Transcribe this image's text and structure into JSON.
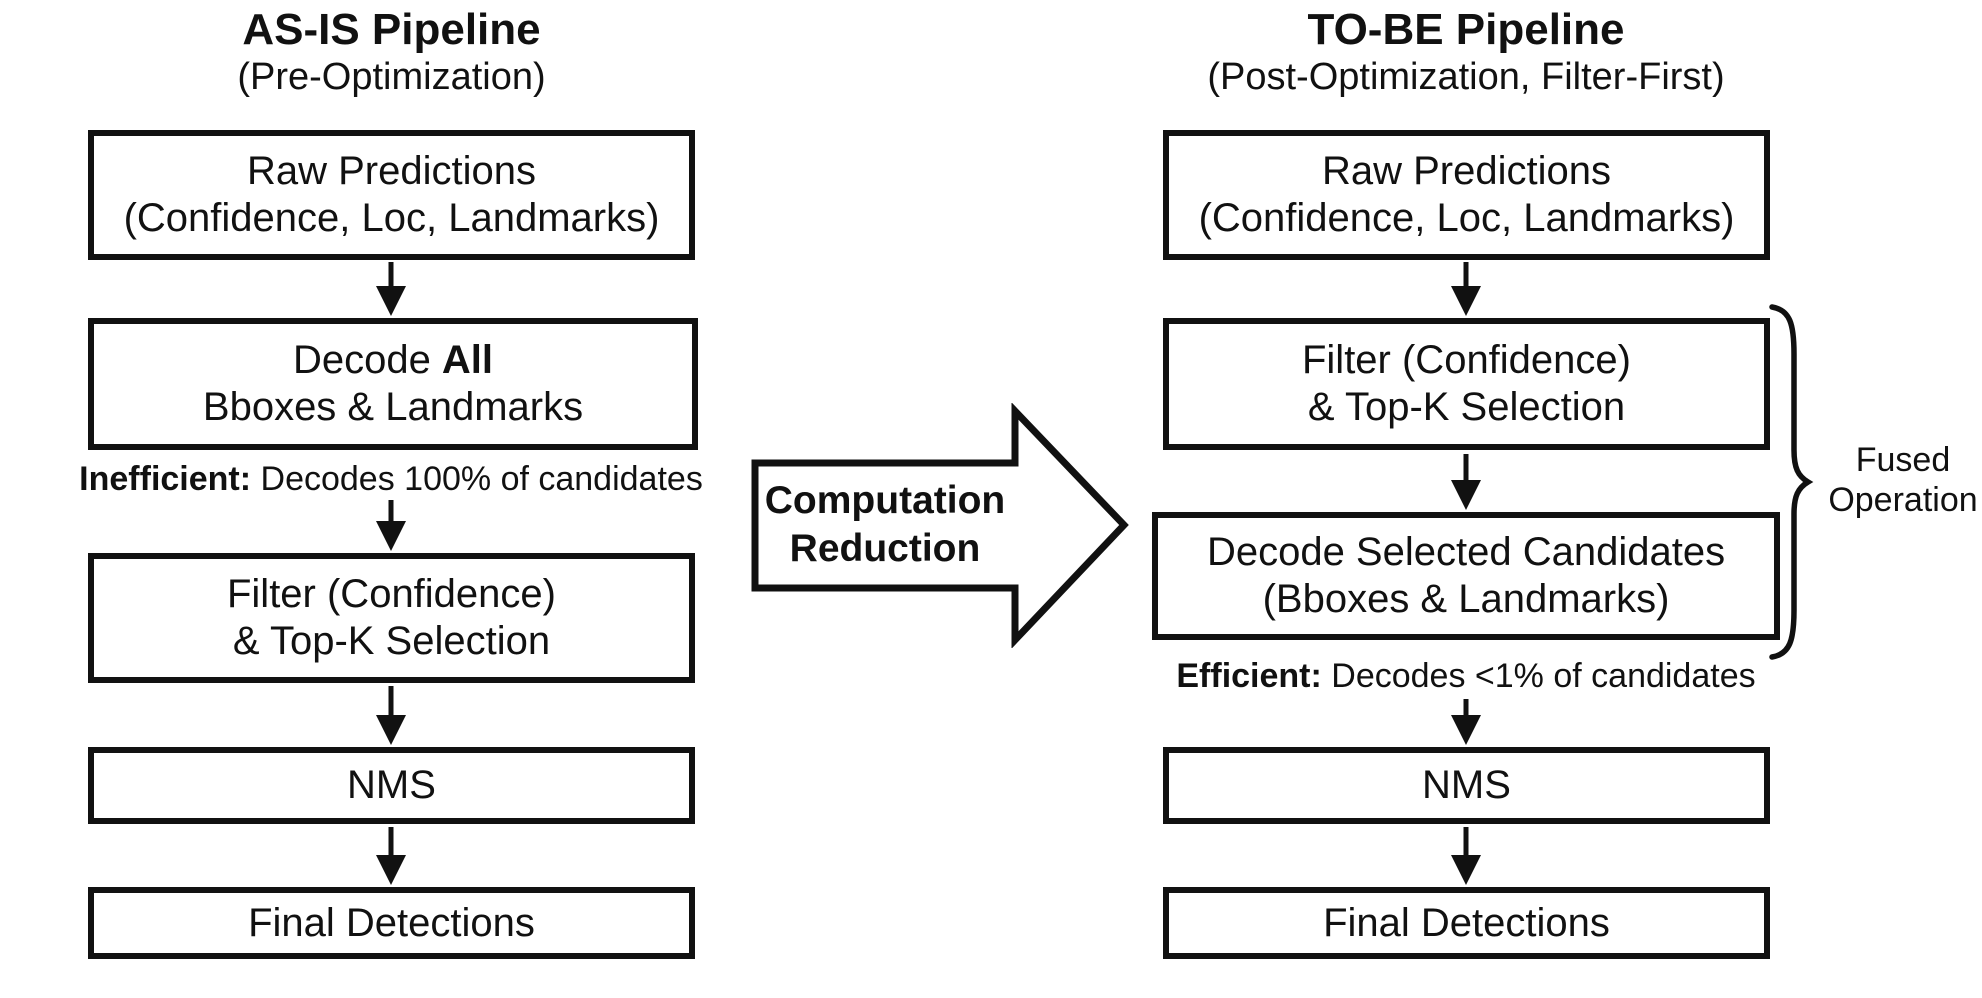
{
  "page": {
    "background_color": "#ffffff",
    "ink_color": "#111111"
  },
  "left_pipeline": {
    "title": "AS-IS Pipeline",
    "subtitle": "(Pre-Optimization)",
    "boxes": {
      "raw": {
        "line1": "Raw Predictions",
        "line2": "(Confidence, Loc, Landmarks)"
      },
      "decode": {
        "line1_regular": "Decode ",
        "line1_bold": "All",
        "line2": "Bboxes & Landmarks"
      },
      "filter": {
        "line1": "Filter (Confidence)",
        "line2": "& Top-K Selection"
      },
      "nms": {
        "line1": "NMS"
      },
      "final": {
        "line1": "Final Detections"
      }
    },
    "annotation": {
      "label": "Inefficient:",
      "text": " Decodes 100% of candidates"
    }
  },
  "transition_arrow": {
    "line1": "Computation",
    "line2": "Reduction"
  },
  "right_pipeline": {
    "title": "TO-BE Pipeline",
    "subtitle": "(Post-Optimization, Filter-First)",
    "boxes": {
      "raw": {
        "line1": "Raw Predictions",
        "line2": "(Confidence, Loc, Landmarks)"
      },
      "filter": {
        "line1": "Filter (Confidence)",
        "line2": "& Top-K Selection"
      },
      "decode": {
        "line1": "Decode Selected Candidates",
        "line2": "(Bboxes & Landmarks)"
      },
      "nms": {
        "line1": "NMS"
      },
      "final": {
        "line1": "Final Detections"
      }
    },
    "annotation": {
      "label": "Efficient:",
      "text": " Decodes <1% of candidates"
    },
    "brace_label": {
      "line1": "Fused",
      "line2": "Operation"
    }
  }
}
